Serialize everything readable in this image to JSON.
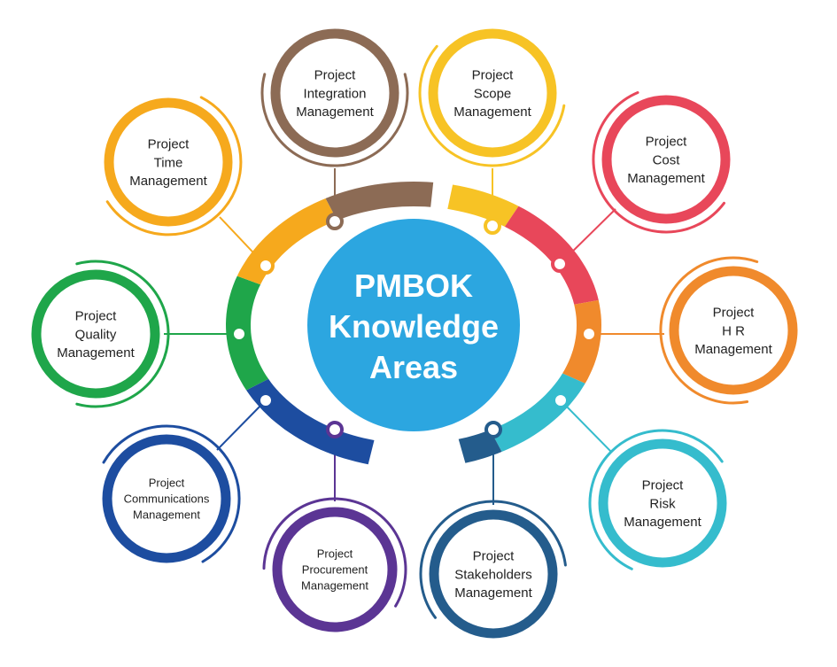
{
  "center": {
    "lines": [
      "PMBOK",
      "Knowledge",
      "Areas"
    ],
    "color": "#2ca6e0"
  },
  "areas": [
    {
      "id": "integration",
      "lines": [
        "Project",
        "Integration",
        "Management"
      ],
      "color": "#8c6b55"
    },
    {
      "id": "scope",
      "lines": [
        "Project",
        "Scope",
        "Management"
      ],
      "color": "#f7c325"
    },
    {
      "id": "cost",
      "lines": [
        "Project",
        "Cost",
        "Management"
      ],
      "color": "#e8475a"
    },
    {
      "id": "hr",
      "lines": [
        "Project",
        "H R",
        "Management"
      ],
      "color": "#f08a2c"
    },
    {
      "id": "risk",
      "lines": [
        "Project",
        "Risk",
        "Management"
      ],
      "color": "#35bccd"
    },
    {
      "id": "stakeholders",
      "lines": [
        "Project",
        "Stakeholders",
        "Management"
      ],
      "color": "#245c8c"
    },
    {
      "id": "procurement",
      "lines": [
        "Project",
        "Procurement",
        "Management"
      ],
      "color": "#5b3594"
    },
    {
      "id": "communications",
      "lines": [
        "Project",
        "Communications",
        "Management"
      ],
      "color": "#1d4da0"
    },
    {
      "id": "quality",
      "lines": [
        "Project",
        "Quality",
        "Management"
      ],
      "color": "#1fa64a"
    },
    {
      "id": "time",
      "lines": [
        "Project",
        "Time",
        "Management"
      ],
      "color": "#f6a91d"
    }
  ]
}
